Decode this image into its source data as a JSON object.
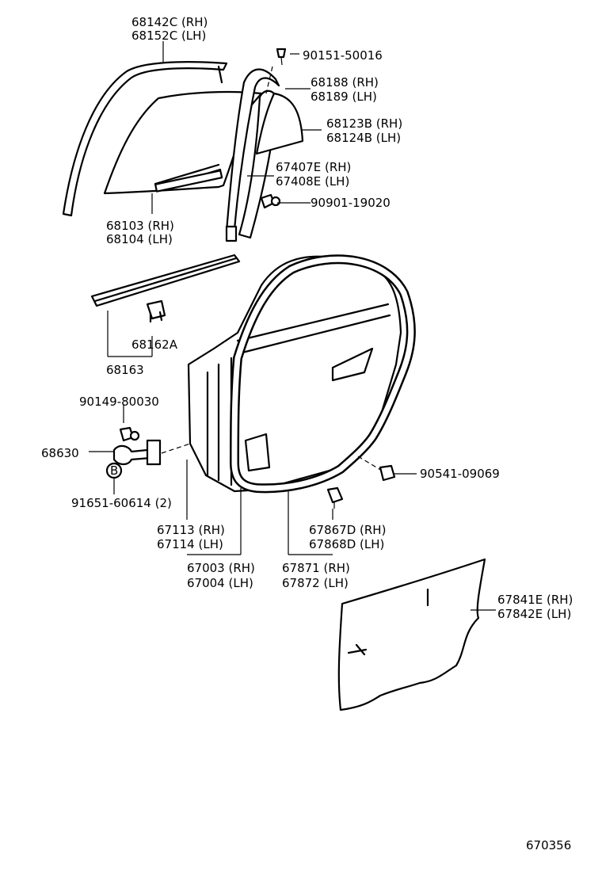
{
  "labels": {
    "l_68142C": "68142C (RH)",
    "l_68152C": "68152C (LH)",
    "l_90151": "90151-50016",
    "l_68188": "68188 (RH)",
    "l_68189": "68189 (LH)",
    "l_68123B": "68123B (RH)",
    "l_68124B": "68124B (LH)",
    "l_67407E": "67407E (RH)",
    "l_67408E": "67408E (LH)",
    "l_90901": "90901-19020",
    "l_68103": "68103 (RH)",
    "l_68104": "68104 (LH)",
    "l_68162A": "68162A",
    "l_68163": "68163",
    "l_90149": "90149-80030",
    "l_68630": "68630",
    "l_b_mark": "B",
    "l_91651": "91651-60614 (2)",
    "l_90541": "90541-09069",
    "l_67113": "67113 (RH)",
    "l_67114": "67114 (LH)",
    "l_67867D": "67867D (RH)",
    "l_67868D": "67868D (LH)",
    "l_67003": "67003 (RH)",
    "l_67004": "67004 (LH)",
    "l_67871": "67871 (RH)",
    "l_67872": "67872 (LH)",
    "l_67841E": "67841E (RH)",
    "l_67842E": "67842E (LH)",
    "l_fig": "670356"
  }
}
